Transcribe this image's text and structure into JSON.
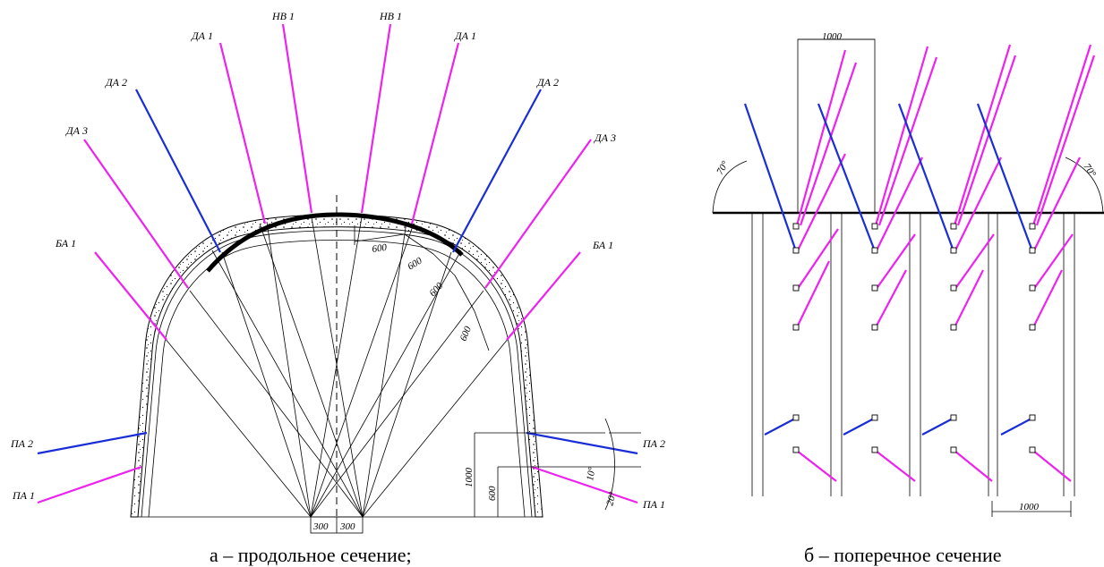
{
  "colors": {
    "magenta": "#ee22ee",
    "blue": "#1a2ed6",
    "black": "#000000"
  },
  "left": {
    "labels": {
      "nv1_left": "НВ 1",
      "nv1_right": "НВ 1",
      "da1_left": "ДА 1",
      "da1_right": "ДА 1",
      "da2_left": "ДА 2",
      "da2_right": "ДА 2",
      "da3_left": "ДА 3",
      "da3_right": "ДА 3",
      "ba1_left": "БА 1",
      "ba1_right": "БА 1",
      "pa2_left": "ПА 2",
      "pa2_right": "ПА 2",
      "pa1_left": "ПА 1",
      "pa1_right": "ПА 1"
    },
    "dims": {
      "s600_1": "600",
      "s600_2": "600",
      "s600_3": "600",
      "s600_4": "600",
      "base_300_left": "300",
      "base_300_right": "300",
      "h1000": "1000",
      "h600": "600",
      "ang10": "10°",
      "ang20": "20°"
    },
    "caption": "а – продольное сечение;"
  },
  "right": {
    "dims": {
      "top1000": "1000",
      "bottom1000": "1000",
      "ang_left": "70°",
      "ang_right": "70°"
    },
    "caption": "б – поперечное сечение"
  }
}
